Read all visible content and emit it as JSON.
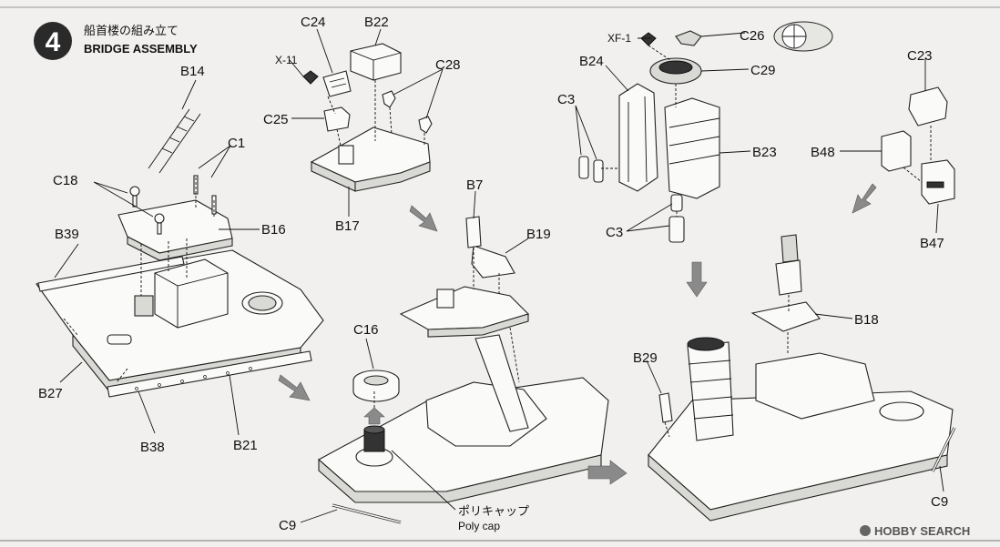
{
  "step": {
    "number": "4",
    "title_jp": "船首楼の組み立て",
    "title_en": "BRIDGE ASSEMBLY"
  },
  "labels": {
    "b14": "B14",
    "c1": "C1",
    "c18": "C18",
    "b16": "B16",
    "b39": "B39",
    "b27": "B27",
    "b38": "B38",
    "b21": "B21",
    "c24": "C24",
    "b22": "B22",
    "x11": "X-11",
    "c28": "C28",
    "c25": "C25",
    "b17": "B17",
    "b7": "B7",
    "b19": "B19",
    "c16": "C16",
    "c9_left": "C9",
    "xf1": "XF-1",
    "c26": "C26",
    "b24": "B24",
    "c29": "C29",
    "c3_top": "C3",
    "b23": "B23",
    "c3_bottom": "C3",
    "c23": "C23",
    "b48": "B48",
    "b47": "B47",
    "b18": "B18",
    "b29": "B29",
    "c9_right": "C9"
  },
  "polycap": {
    "jp": "ポリキャップ",
    "en": "Poly cap"
  },
  "watermark": {
    "brand": "HOBBY SEARCH"
  }
}
